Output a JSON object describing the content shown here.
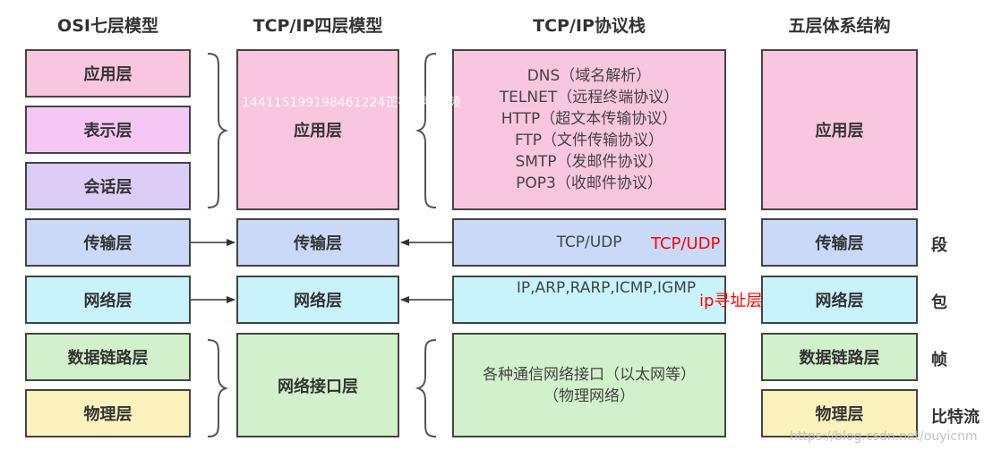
{
  "headers": {
    "osi": "OSI七层模型",
    "tcpip4": "TCP/IP四层模型",
    "stack": "TCP/IP协议栈",
    "five": "五层体系结构"
  },
  "osi": {
    "application": "应用层",
    "presentation": "表示层",
    "session": "会话层",
    "transport": "传输层",
    "network": "网络层",
    "datalink": "数据链路层",
    "physical": "物理层"
  },
  "tcpip4": {
    "application": "应用层",
    "transport": "传输层",
    "network": "网络层",
    "netinterface": "网络接口层"
  },
  "stack": {
    "app_protocols": [
      "DNS（域名解析）",
      "TELNET（远程终端协议）",
      "HTTP（超文本传输协议）",
      "FTP（文件传输协议）",
      "SMTP（发邮件协议）",
      "POP3（收邮件协议）"
    ],
    "transport": "TCP/UDP",
    "network": "IP,ARP,RARP,ICMP,IGMP",
    "interface_line1": "各种通信网络接口（以太网等）",
    "interface_line2": "（物理网络）"
  },
  "five": {
    "application": "应用层",
    "transport": "传输层",
    "network": "网络层",
    "datalink": "数据链路层",
    "physical": "物理层"
  },
  "pdu": {
    "transport": "段",
    "network": "包",
    "datalink": "帧",
    "physical": "比特流"
  },
  "annotations": {
    "tcpudp": "TCP/UDP",
    "ip_layer": "ip寻址层"
  },
  "watermarks": {
    "viewer": "1441151991984612​24正在观看视频",
    "source": "https://blog.csdn.net/ouyicnm"
  }
}
